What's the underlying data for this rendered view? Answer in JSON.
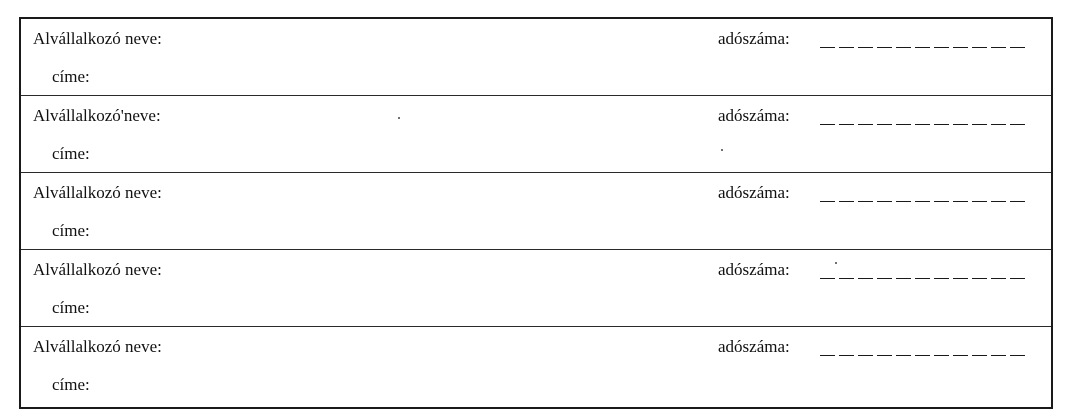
{
  "form": {
    "rows": [
      {
        "name_label": "Alvállalkozó neve:",
        "address_label": "címe:",
        "tax_label": "adószáma:"
      },
      {
        "name_label": "Alvállalkozó'neve:",
        "address_label": "címe:",
        "tax_label": "adószáma:"
      },
      {
        "name_label": "Alvállalkozó neve:",
        "address_label": "címe:",
        "tax_label": "adószáma:"
      },
      {
        "name_label": "Alvállalkozó neve:",
        "address_label": "címe:",
        "tax_label": "adószáma:"
      },
      {
        "name_label": "Alvállalkozó neve:",
        "address_label": "címe:",
        "tax_label": "adószáma:"
      }
    ],
    "tax_number_digits": 11
  }
}
